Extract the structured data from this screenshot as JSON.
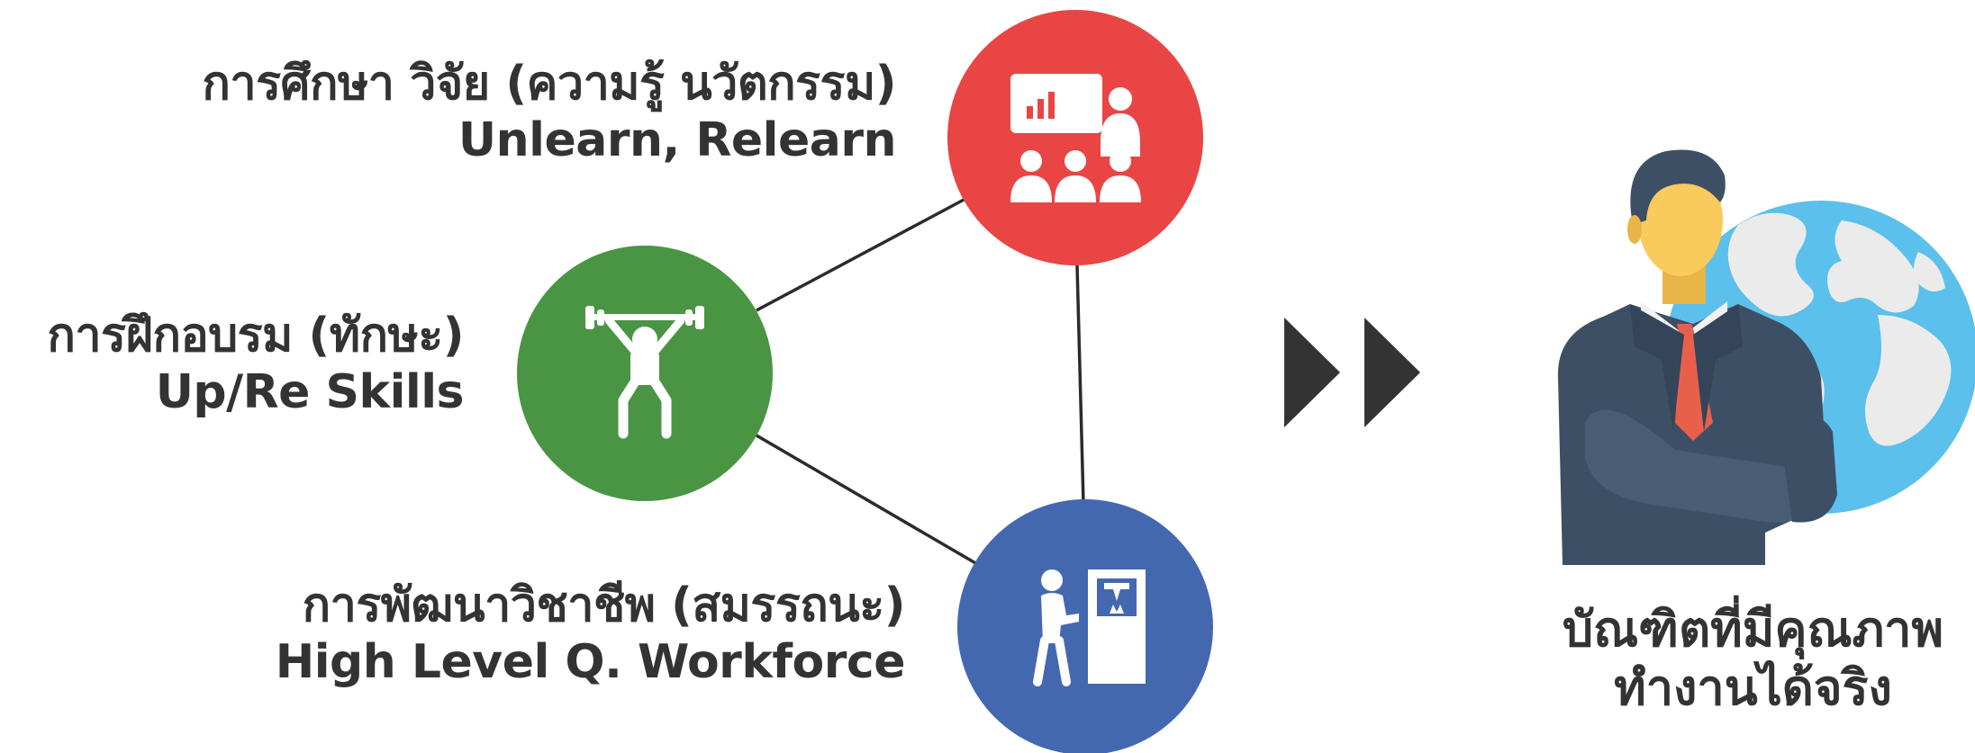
{
  "nodes": [
    {
      "id": "research",
      "title": "การศึกษา วิจัย (ความรู้ นวัตกรรม)",
      "subtitle": "Unlearn, Relearn",
      "color": "#E94545",
      "icon": "presentation-icon"
    },
    {
      "id": "training",
      "title": "การฝึกอบรม (ทักษะ)",
      "subtitle": "Up/Re Skills",
      "color": "#4A9543",
      "icon": "weightlifter-icon"
    },
    {
      "id": "career",
      "title": "การพัฒนาวิชาชีพ (สมรรถนะ)",
      "subtitle": "High Level Q. Workforce",
      "color": "#4468B0",
      "icon": "worker-machine-icon"
    }
  ],
  "arrow_icon": "double-chevron-right-icon",
  "outcome": {
    "line1": "บัณฑิตที่มีคุณภาพ",
    "line2": "ทำงานได้จริง",
    "icon": "businessman-globe-icon"
  },
  "colors": {
    "text": "#333333",
    "arrow": "#333333",
    "globe_ocean": "#5BC0EB",
    "globe_land": "#EBEBEB",
    "suit": "#3D4F64",
    "tie": "#E8604C",
    "skin": "#F9CB5C"
  }
}
